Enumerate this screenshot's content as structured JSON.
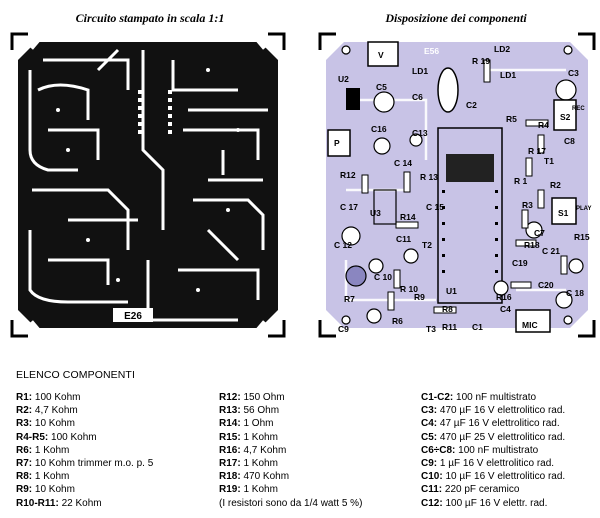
{
  "captions": {
    "pcb": "Circuito stampato in scala 1:1",
    "layout": "Disposizione dei componenti"
  },
  "pcb_label": "E26",
  "layout_labels": {
    "ld2": "LD2",
    "ld1a": "LD1",
    "ld1b": "LD1",
    "u2": "U2",
    "r19": "R\n19",
    "c3": "C3",
    "c5": "C5",
    "c6": "C6",
    "c2": "C2",
    "r5": "R5",
    "r4": "R4",
    "s2": "S2",
    "rec": "REC",
    "c16": "C16",
    "c13": "C13",
    "p": "P",
    "c8": "C8",
    "t1": "T1",
    "r12": "R12",
    "c14": "C\n14",
    "r13": "R\n13",
    "r17": "R\n17",
    "r2": "R2",
    "r1": "R\n1",
    "r3": "R3",
    "s1": "S1",
    "play": "PLAY",
    "c17": "C\n17",
    "u3": "U3",
    "r14": "R14",
    "c15": "C\n15",
    "c7": "C7",
    "c11": "C11",
    "t2": "T2",
    "r15": "R15",
    "r18": "R18",
    "c12": "C\n12",
    "c10": "C\n10",
    "c19": "C19",
    "c21": "C\n21",
    "r7": "R7",
    "r10": "R\n10",
    "r9": "R9",
    "u1": "U1",
    "r16": "R16",
    "c20": "C20",
    "c18": "C\n18",
    "c9": "C9",
    "r6": "R6",
    "r8": "R8",
    "r11": "R11",
    "t3": "T3",
    "c1": "C1",
    "c4": "C4",
    "mic": "MIC",
    "v": "V",
    "e56": "E56"
  },
  "list_title": "ELENCO COMPONENTI",
  "components": {
    "col1": [
      {
        "ref": "R1:",
        "val": " 100 Kohm"
      },
      {
        "ref": "R2:",
        "val": " 4,7 Kohm"
      },
      {
        "ref": "R3:",
        "val": " 10 Kohm"
      },
      {
        "ref": "R4-R5:",
        "val": " 100 Kohm"
      },
      {
        "ref": "R6:",
        "val": " 1 Kohm"
      },
      {
        "ref": "R7:",
        "val": " 10 Kohm trimmer m.o. p. 5"
      },
      {
        "ref": "R8:",
        "val": " 1 Kohm"
      },
      {
        "ref": "R9:",
        "val": " 10 Kohm"
      },
      {
        "ref": "R10-R11:",
        "val": " 22 Kohm"
      }
    ],
    "col2": [
      {
        "ref": "R12:",
        "val": " 150 Ohm"
      },
      {
        "ref": "R13:",
        "val": " 56 Ohm"
      },
      {
        "ref": "R14:",
        "val": " 1 Ohm"
      },
      {
        "ref": "R15:",
        "val": " 1 Kohm"
      },
      {
        "ref": "R16:",
        "val": " 4,7 Kohm"
      },
      {
        "ref": "R17:",
        "val": " 1 Kohm"
      },
      {
        "ref": "R18:",
        "val": " 470 Kohm"
      },
      {
        "ref": "R19:",
        "val": " 1 Kohm"
      },
      {
        "ref": "",
        "val": "(I resistori sono da 1/4 watt 5 %)"
      }
    ],
    "col3": [
      {
        "ref": "C1-C2:",
        "val": " 100 nF multistrato"
      },
      {
        "ref": "C3:",
        "val": " 470 µF 16 V elettrolitico rad."
      },
      {
        "ref": "C4:",
        "val": " 47 µF 16 V elettrolitico rad."
      },
      {
        "ref": "C5:",
        "val": " 470 µF 25 V elettrolitico rad."
      },
      {
        "ref": "C6÷C8:",
        "val": " 100 nF multistrato"
      },
      {
        "ref": "C9:",
        "val": " 1 µF 16 V elettrolitico rad."
      },
      {
        "ref": "C10:",
        "val": " 10 µF 16 V elettrolitico rad."
      },
      {
        "ref": "C11:",
        "val": " 220 pF ceramico"
      },
      {
        "ref": "C12:",
        "val": " 100 µF 16 V elettr. rad."
      }
    ]
  },
  "colors": {
    "board": "#c8c3e6",
    "copper": "#111111"
  }
}
